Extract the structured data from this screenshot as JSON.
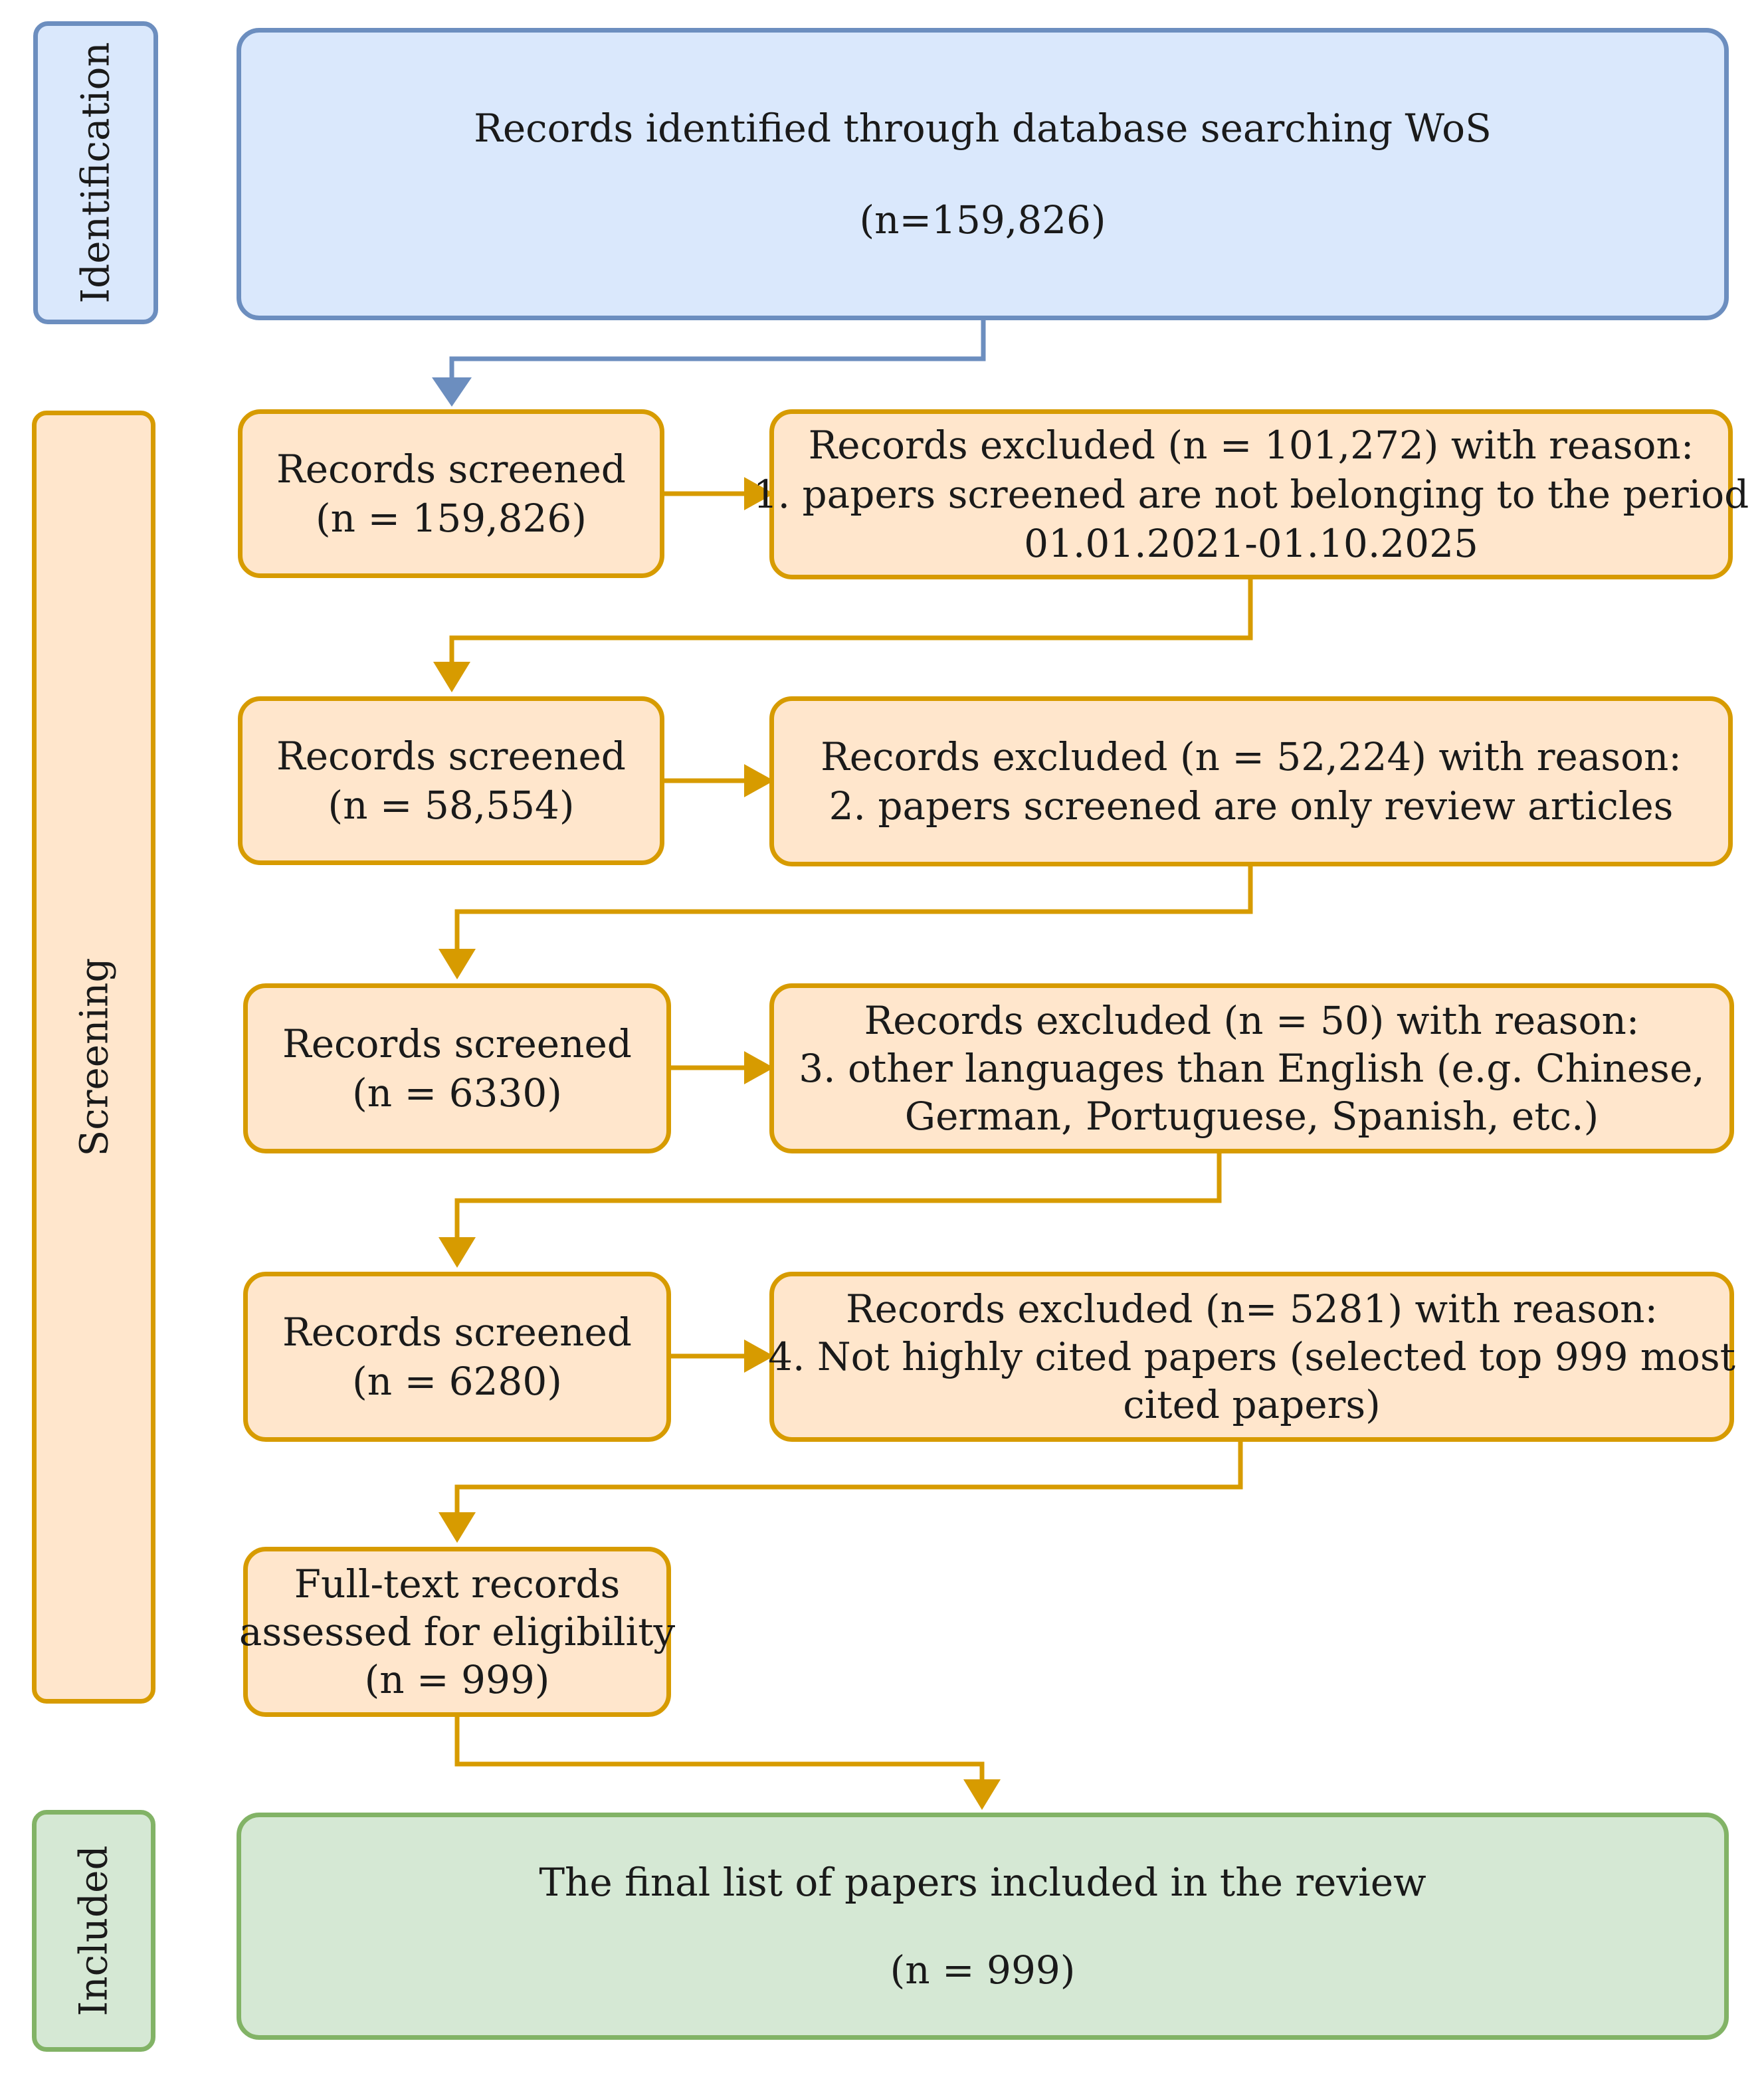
{
  "phases": {
    "identification": "Identification",
    "screening": "Screening",
    "included": "Included"
  },
  "identification_box": {
    "title": "Records identified through database searching WoS",
    "count": "(n=159,826)"
  },
  "screening_steps": [
    {
      "screened": [
        "Records screened",
        "(n = 159,826)"
      ],
      "excluded": [
        "Records excluded (n = 101,272) with reason:",
        "1. papers screened are not belonging to the period",
        "01.01.2021-01.10.2025"
      ]
    },
    {
      "screened": [
        "Records screened",
        "(n = 58,554)"
      ],
      "excluded": [
        "Records excluded (n = 52,224) with reason:",
        "2. papers screened are only review articles"
      ]
    },
    {
      "screened": [
        "Records screened",
        "(n = 6330)"
      ],
      "excluded": [
        "Records excluded (n = 50) with reason:",
        "3. other languages than English (e.g. Chinese,",
        "German, Portuguese, Spanish, etc.)"
      ]
    },
    {
      "screened": [
        "Records screened",
        "(n = 6280)"
      ],
      "excluded": [
        "Records excluded (n= 5281) with reason:",
        "4. Not highly cited papers (selected top 999 most",
        "cited papers)"
      ]
    }
  ],
  "eligibility_box": [
    "Full-text records",
    "assessed for eligibility",
    "(n = 999)"
  ],
  "included_box": {
    "title": "The final list of papers included in the review",
    "count": "(n = 999)"
  },
  "colors": {
    "identification_fill": "#dae8fc",
    "identification_stroke": "#6c8ebf",
    "screening_fill": "#ffe6cc",
    "screening_stroke": "#d79b00",
    "included_fill": "#d5e8d4",
    "included_stroke": "#82b366"
  }
}
